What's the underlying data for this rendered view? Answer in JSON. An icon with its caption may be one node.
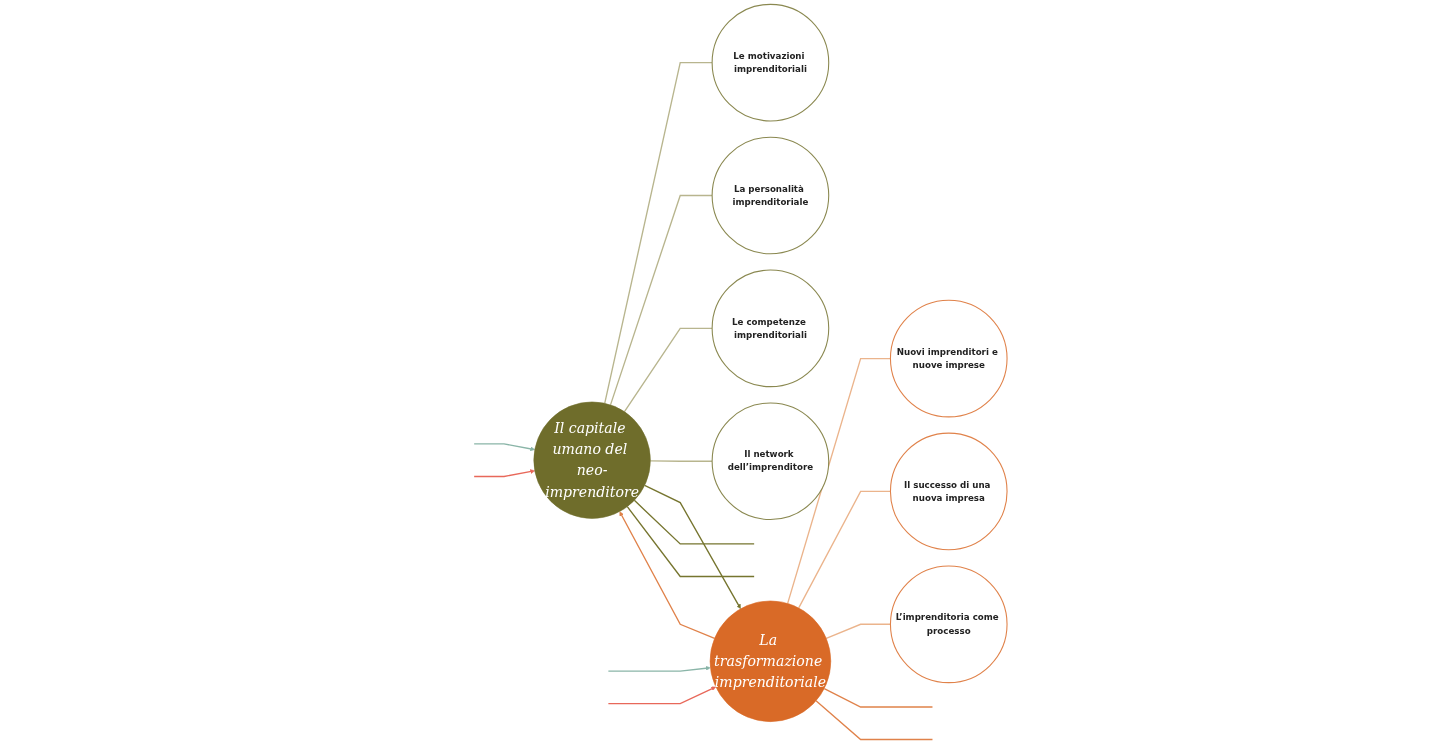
{
  "diagram": {
    "nodes": [
      {
        "text": [
          "La trasformazione imprenditoriale"
        ]
      },
      {
        "text": [
          "Nuovi imprenditori e nuove imprese"
        ]
      },
      {
        "text": [
          "Il successo di una nuova impresa"
        ]
      },
      {
        "text": [
          "L’imprenditoria come processo"
        ]
      },
      {
        "text": [
          "Il capitale umano del neo-imprenditore"
        ]
      },
      {
        "text": [
          "Le motivazioni imprenditoriali"
        ]
      },
      {
        "text": [
          "La personalità imprenditoriale"
        ]
      },
      {
        "text": [
          "Le competenze imprenditoriali"
        ]
      },
      {
        "text": [
          "Il network dell’imprenditore"
        ]
      }
    ],
    "edges": [
      {
        "from": 0,
        "to": 1,
        "arrow": "none",
        "color": "#ebb48c"
      },
      {
        "from": 0,
        "to": 2,
        "arrow": "none",
        "color": "#ebb48c"
      },
      {
        "from": 0,
        "to": 3,
        "arrow": "none",
        "color": "#ebb48c"
      },
      {
        "from": 4,
        "to": 5,
        "arrow": "none",
        "color": "#b8b58e"
      },
      {
        "from": 4,
        "to": 6,
        "arrow": "none",
        "color": "#b8b58e"
      },
      {
        "from": 4,
        "to": 7,
        "arrow": "none",
        "color": "#b8b58e"
      },
      {
        "from": 4,
        "to": 8,
        "arrow": "none",
        "color": "#b8b58e"
      },
      {
        "from": 0,
        "to": 4,
        "arrow": "to",
        "color": "#e0824a"
      },
      {
        "from": 4,
        "to": 0,
        "arrow": "to",
        "color": "#76752f"
      },
      {
        "from": 0,
        "to": null,
        "arrow": "none",
        "color": "#e0824a"
      },
      {
        "from": null,
        "to": 0,
        "arrow": "to",
        "color": "#8ab5a8"
      },
      {
        "from": null,
        "to": 0,
        "arrow": "to",
        "color": "#e8685a"
      },
      {
        "from": 0,
        "to": null,
        "arrow": "none",
        "color": "#e0824a"
      },
      {
        "from": 4,
        "to": null,
        "arrow": "none",
        "color": "#76752f"
      },
      {
        "from": 4,
        "to": null,
        "arrow": "none",
        "color": "#76752f"
      },
      {
        "from": null,
        "to": 4,
        "arrow": "to",
        "color": "#8ab5a8"
      },
      {
        "from": null,
        "to": 4,
        "arrow": "to",
        "color": "#e8685a"
      }
    ]
  }
}
